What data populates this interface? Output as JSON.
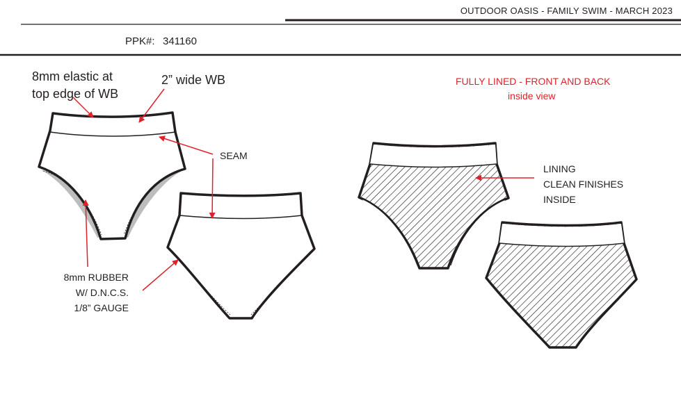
{
  "header": {
    "title": "OUTDOOR OASIS - FAMILY SWIM - MARCH 2023",
    "ppk_label": "PPK#:",
    "ppk_value": "341160"
  },
  "callouts": {
    "elastic": "8mm elastic at\ntop edge of WB",
    "wb_width": "2” wide WB",
    "seam": "SEAM",
    "rubber": "8mm RUBBER\nW/ D.N.C.S.\n1/8” GAUGE",
    "lining": "LINING\nCLEAN FINISHES\nINSIDE"
  },
  "lined_note": {
    "title": "FULLY LINED - FRONT AND BACK",
    "subtitle": "inside view"
  },
  "colors": {
    "outline": "#231f20",
    "callout_red": "#e0202a",
    "inner_gray": "#bdbdbd"
  }
}
